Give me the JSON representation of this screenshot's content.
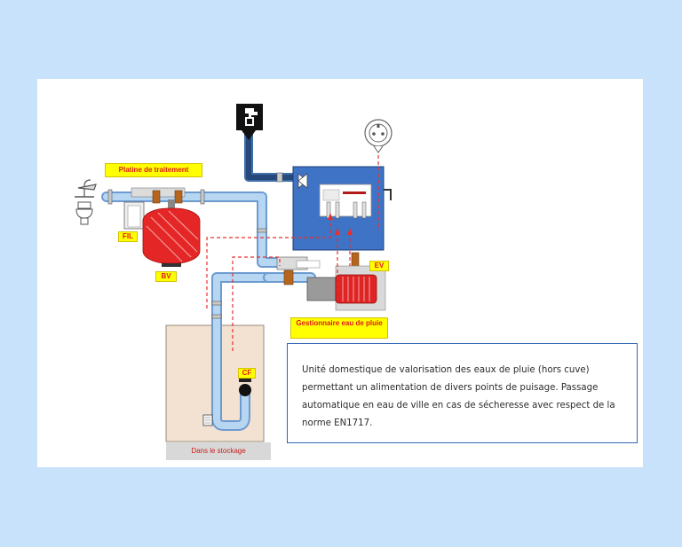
{
  "labels": {
    "platine": "Platine de traitement",
    "fil": "FIL",
    "bv": "BV",
    "ev": "EV",
    "gestionnaire": "Gestionnaire eau de pluie",
    "cf": "CF",
    "storage": "Dans le stockage"
  },
  "description": "Unité domestique de valorisation des eaux de pluie (hors cuve) permettant un alimentation de divers points de puisage. Passage automatique en eau de ville en cas de sécheresse avec respect de la norme EN1717.",
  "colors": {
    "background": "#c9e2fb",
    "pipe": "#a9ccec",
    "pipe_outline": "#3d6fa8",
    "control_box": "#3f73c6",
    "tank": "#e52626",
    "label_bg": "#ffff00",
    "label_text": "#e0191d",
    "signal_line": "#e53030",
    "storage": "#f3e2d2"
  },
  "icons": [
    "water-tap-icon",
    "electric-outlet-icon",
    "shower-icon",
    "toilet-icon",
    "pump-icon",
    "float-switch-icon"
  ]
}
